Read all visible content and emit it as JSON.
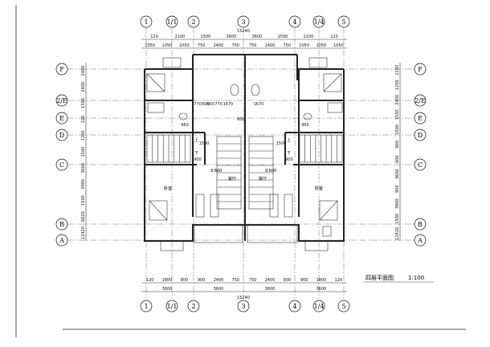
{
  "drawing": {
    "title": "四层平面图",
    "scale": "1:100",
    "axes_vertical": [
      "1",
      "1/1",
      "2",
      "3",
      "4",
      "1/4",
      "5"
    ],
    "axes_horizontal": [
      "F",
      "2/E",
      "E",
      "D",
      "C",
      "B",
      "A"
    ],
    "top_total": "15240",
    "bottom_total": "15240",
    "top_row_1": [
      "120",
      "2100",
      "1500",
      "3600",
      "3600",
      "1500",
      "2100",
      "120"
    ],
    "top_row_2": [
      "1050",
      "1050",
      "1050",
      "750",
      "2400",
      "750",
      "750",
      "2400",
      "750",
      "1050",
      "1050",
      "1050"
    ],
    "bottom_row_1": [
      "120",
      "1800",
      "900",
      "900",
      "2400",
      "750",
      "750",
      "2400",
      "900",
      "900",
      "1800",
      "120"
    ],
    "bottom_row_2": [
      "3600",
      "3600",
      "3600",
      "3600"
    ],
    "left_dims": [
      "2400",
      "2400",
      "1500",
      "120",
      "1200",
      "1500",
      "3600",
      "3900",
      "1500",
      "6620",
      "12420"
    ],
    "right_dims": [
      "1200",
      "1200",
      "2400",
      "1500",
      "1500",
      "900",
      "600",
      "3600",
      "900",
      "3900",
      "1500",
      "12420"
    ],
    "inner_dims": [
      "770",
      "600",
      "600",
      "770",
      "1670",
      "1670",
      "960",
      "960",
      "900",
      "900",
      "1500",
      "1500",
      "600"
    ],
    "room_labels": {
      "bedroom_left": "卧室",
      "living_left": "客厅",
      "living_right": "客厅",
      "bedroom_right": "卧室",
      "stair_up_left": "上",
      "stair_down_left": "下",
      "stair_up_right": "上",
      "stair_down_right": "下"
    },
    "elevations": [
      "9.600",
      "9.600"
    ]
  }
}
